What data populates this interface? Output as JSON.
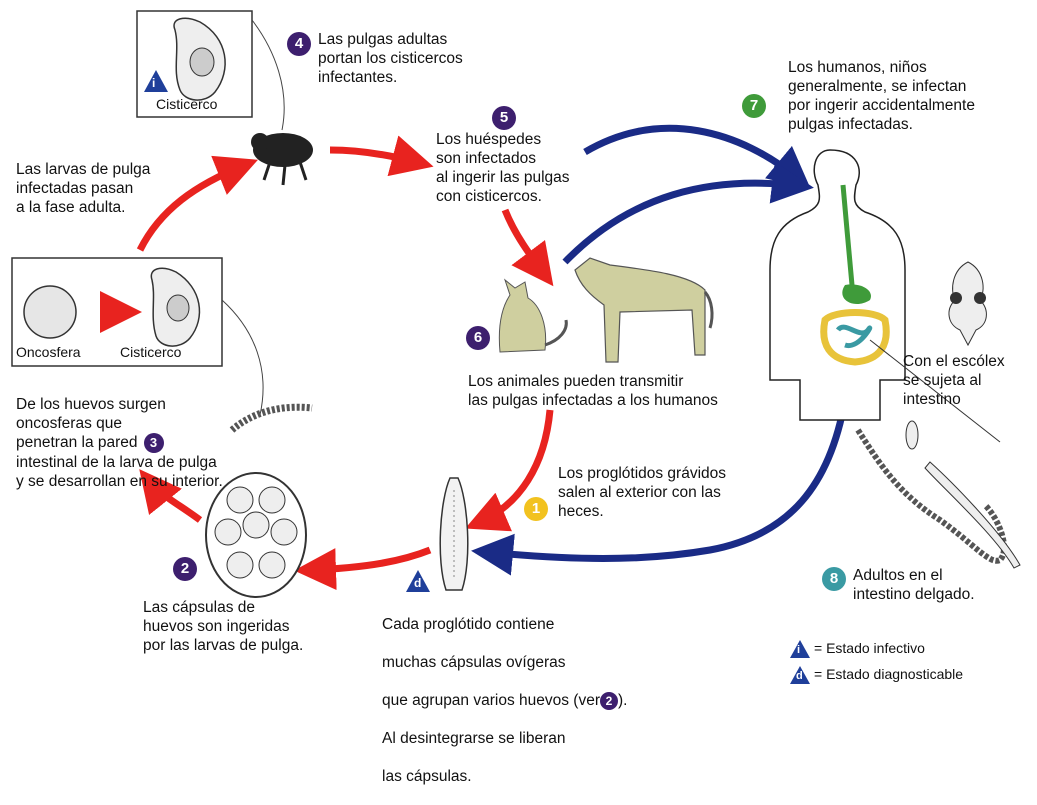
{
  "colors": {
    "red": "#e8231f",
    "blue": "#1a2b86",
    "purple": "#3d1f6e",
    "green": "#3f9b3a",
    "yellow": "#f2c21f",
    "teal": "#3a9aa3",
    "infective_blue": "#1f3f9a"
  },
  "icons": [
    "infective-stage-icon",
    "diagnostic-stage-icon",
    "flea-icon",
    "larva-icon",
    "cat-icon",
    "dog-icon",
    "human-icon",
    "scolex-icon",
    "tapeworm-icon",
    "proglottid-icon",
    "egg-capsule-icon",
    "oncosphere-icon",
    "cysticercus-icon"
  ],
  "steps": {
    "s1": {
      "num": "1",
      "text": "Los proglótidos grávidos\nsalen al exterior con las\nheces."
    },
    "s2": {
      "num": "2",
      "text": "Las cápsulas de\nhuevos son ingeridas\npor las larvas de pulga."
    },
    "s3": {
      "num": "3",
      "text_before": "De los huevos surgen\noncosferas que\npenetran la pared",
      "text_after": "intestinal de la larva de pulga\ny se desarrollan en su interior."
    },
    "s4": {
      "num": "4",
      "text": "Las pulgas adultas\nportan los cisticercos\ninfectantes."
    },
    "s5": {
      "num": "5",
      "text": "Los huéspedes\nson infectados\nal ingerir las pulgas\ncon cisticercos."
    },
    "s6": {
      "num": "6",
      "text": "Los animales pueden transmitir\nlas pulgas infectadas a los humanos"
    },
    "s7": {
      "num": "7",
      "text": "Los humanos, niños\ngeneralmente, se infectan\npor ingerir accidentalmente\npulgas infectadas."
    },
    "s8": {
      "num": "8",
      "text": "Adultos en el\nintestino delgado."
    }
  },
  "d_note": {
    "letter": "d",
    "line1": "Cada proglótido contiene",
    "line2": "muchas cápsulas ovígeras",
    "line3_before": "que agrupan varios huevos (ver",
    "line3_badge": "2",
    "line3_after": ").",
    "line4": "Al desintegrarse se liberan",
    "line5": "las cápsulas."
  },
  "labels": {
    "cisticerco_top": "Cisticerco",
    "oncosfera": "Oncosfera",
    "cisticerco_box": "Cisticerco",
    "larvae_to_adult": "Las larvas de pulga\ninfectadas pasan\na la fase adulta.",
    "scolex": "Con el escólex\nse sujeta al\nintestino",
    "i_letter": "i"
  },
  "legend": {
    "infective": "= Estado infectivo",
    "diagnostic": "= Estado diagnosticable",
    "i_letter": "i",
    "d_letter": "d"
  }
}
